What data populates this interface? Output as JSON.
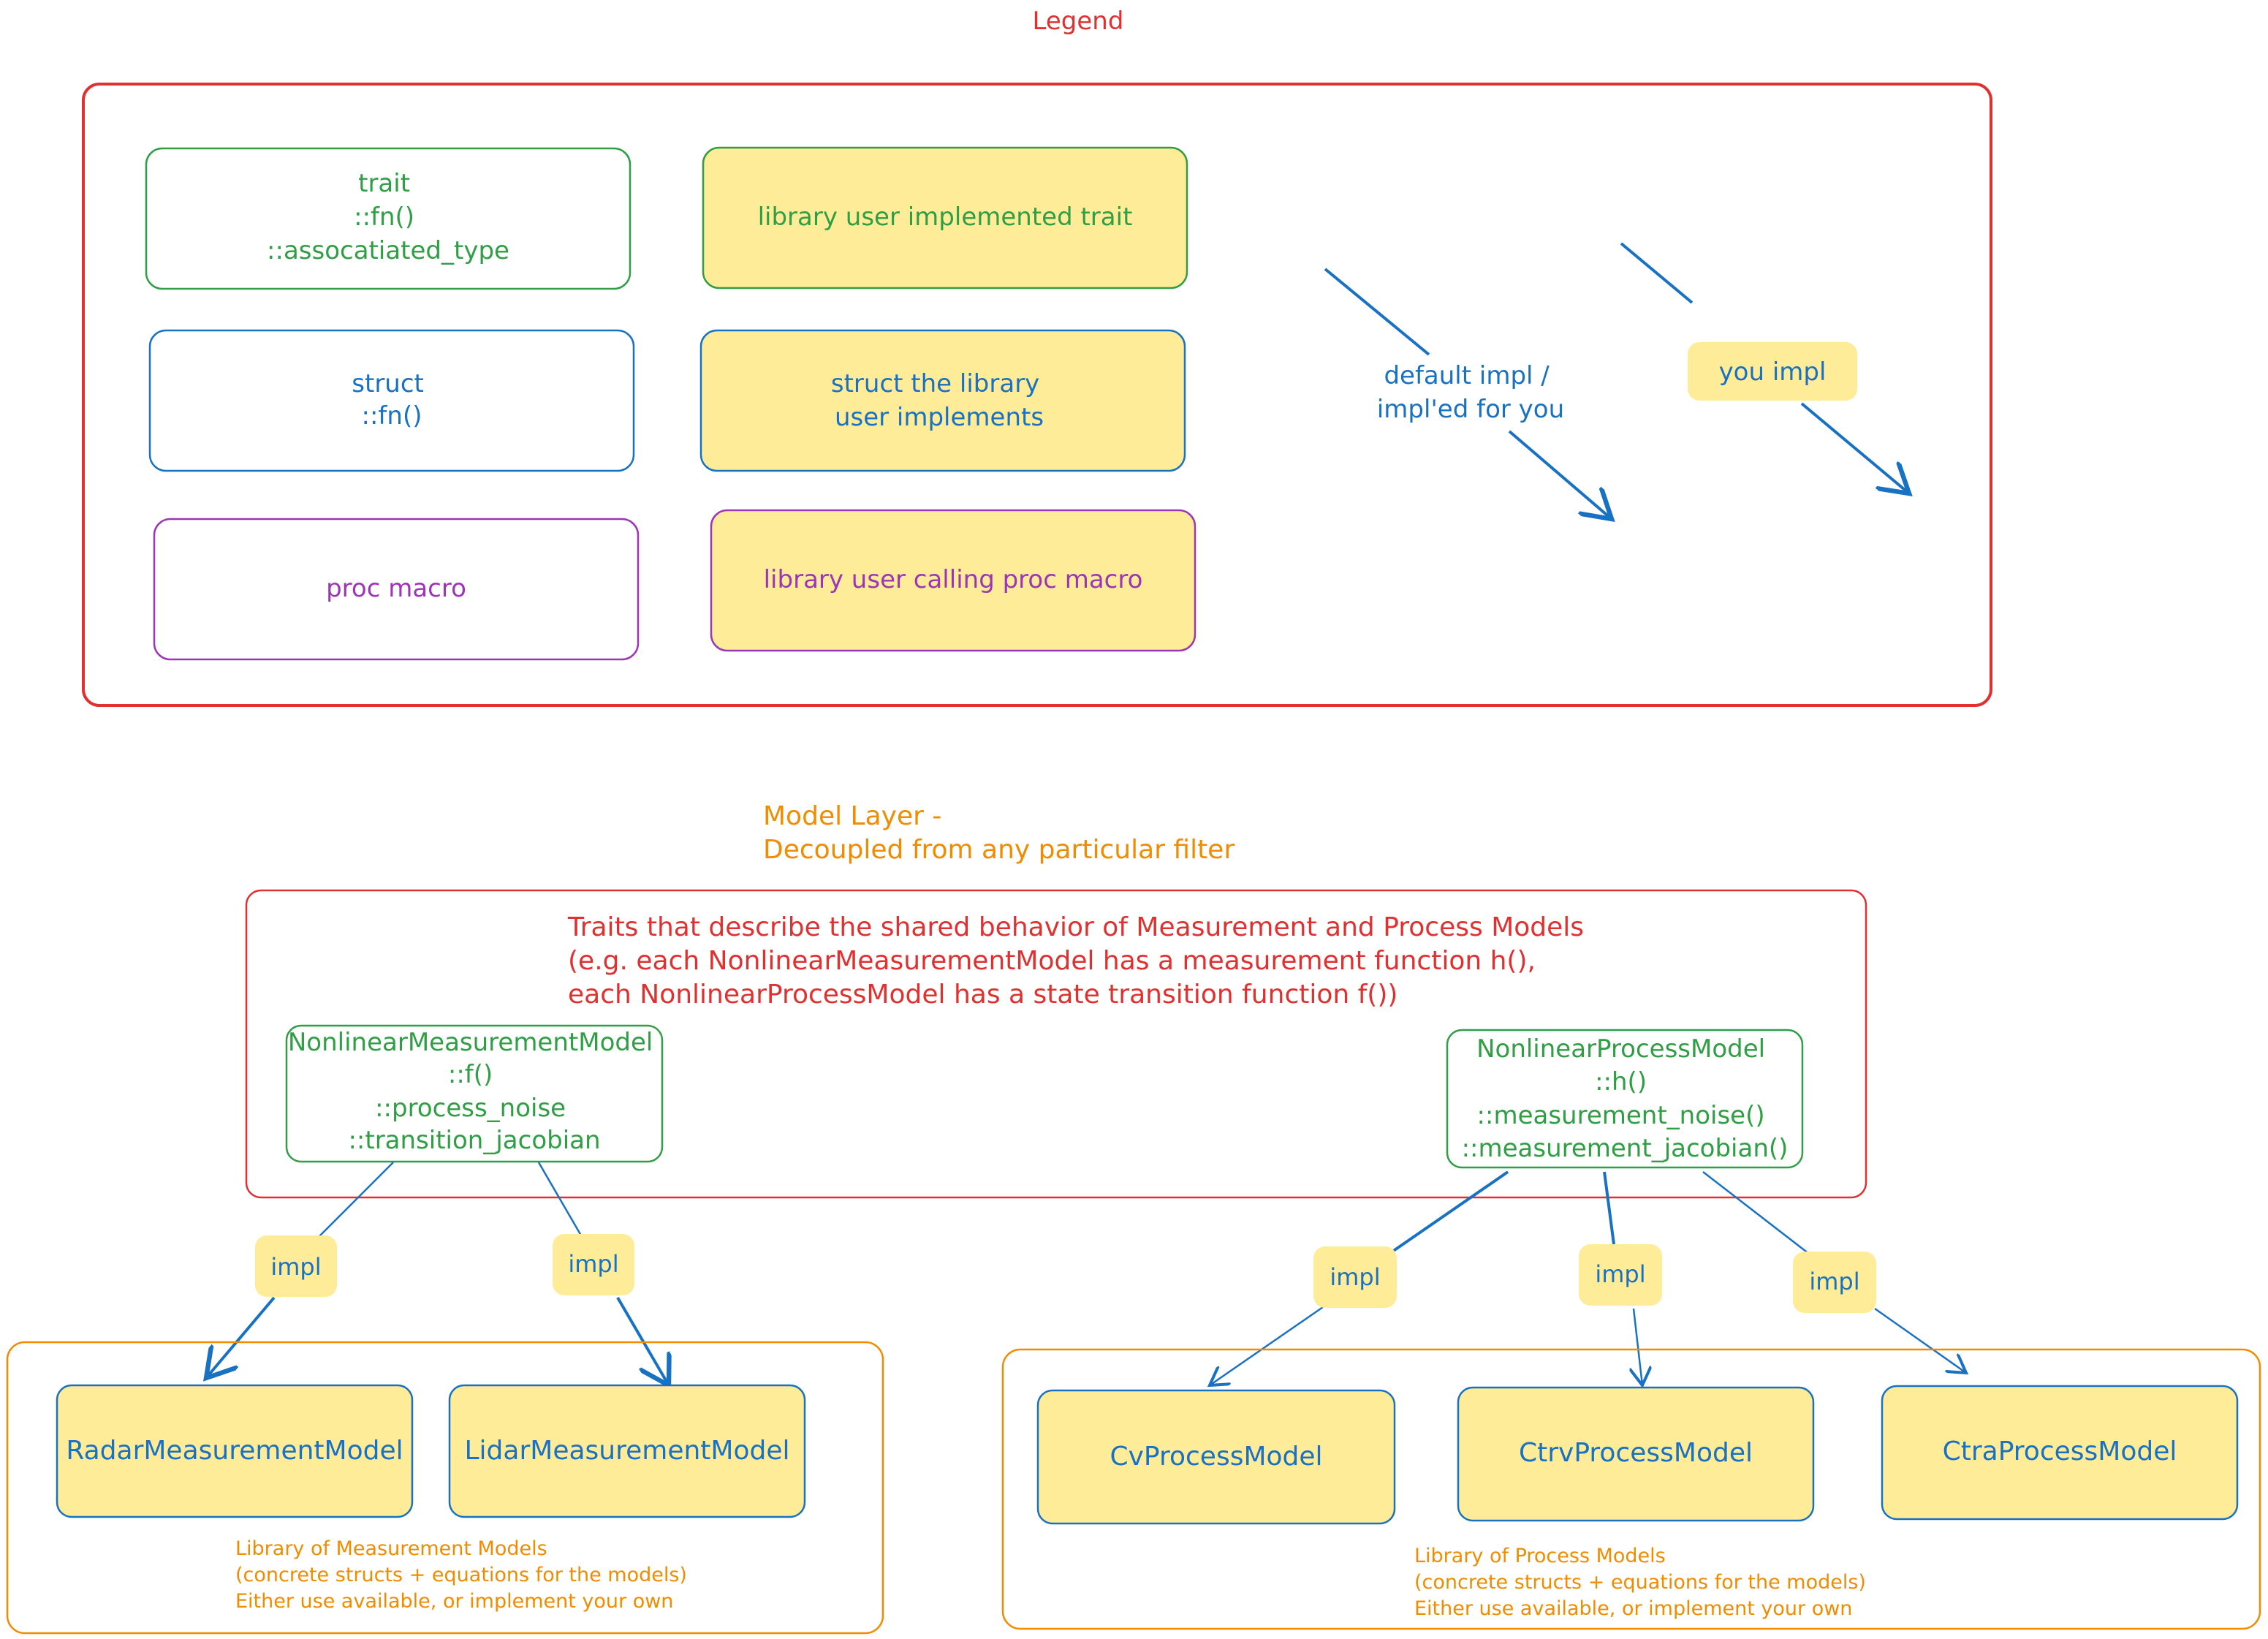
{
  "legend": {
    "title": "Legend",
    "trait_lines": [
      "trait",
      "::fn()",
      "::assocatiated_type"
    ],
    "user_trait": "library user implemented trait",
    "struct_lines": [
      "struct",
      "::fn()"
    ],
    "user_struct_lines": [
      "struct the library",
      "user implements"
    ],
    "proc_macro": "proc macro",
    "user_proc_macro": "library user calling proc macro",
    "default_impl_lines": [
      "default impl /",
      "impl'ed for you"
    ],
    "you_impl": "you impl"
  },
  "model_layer": {
    "title_lines": [
      "Model Layer -",
      "Decoupled from any particular filter"
    ],
    "description_lines": [
      "Traits that describe the shared behavior of Measurement and Process Models",
      "(e.g. each NonlinearMeasurementModel has a measurement function h(),",
      "each NonlinearProcessModel has a state transition function f())"
    ],
    "measurement_trait_lines": [
      "NonlinearMeasurementModel",
      "::f()",
      "::process_noise",
      "::transition_jacobian"
    ],
    "process_trait_lines": [
      "NonlinearProcessModel",
      "::h()",
      "::measurement_noise()",
      "::measurement_jacobian()"
    ],
    "impl_label": "impl",
    "measurement_models": [
      "RadarMeasurementModel",
      "LidarMeasurementModel"
    ],
    "process_models": [
      "CvProcessModel",
      "CtrvProcessModel",
      "CtraProcessModel"
    ],
    "measurement_library_lines": [
      "Library of Measurement Models",
      "(concrete structs + equations for the models)",
      "Either use available, or implement your own"
    ],
    "process_library_lines": [
      "Library of Process Models",
      "(concrete structs + equations for the models)",
      "Either use available, or implement your own"
    ]
  },
  "colors": {
    "red": "#e03131",
    "green": "#2f9e44",
    "blue": "#1971c2",
    "purple": "#9c36b5",
    "orange": "#f08c00",
    "yellow_fill": "#ffec99"
  }
}
